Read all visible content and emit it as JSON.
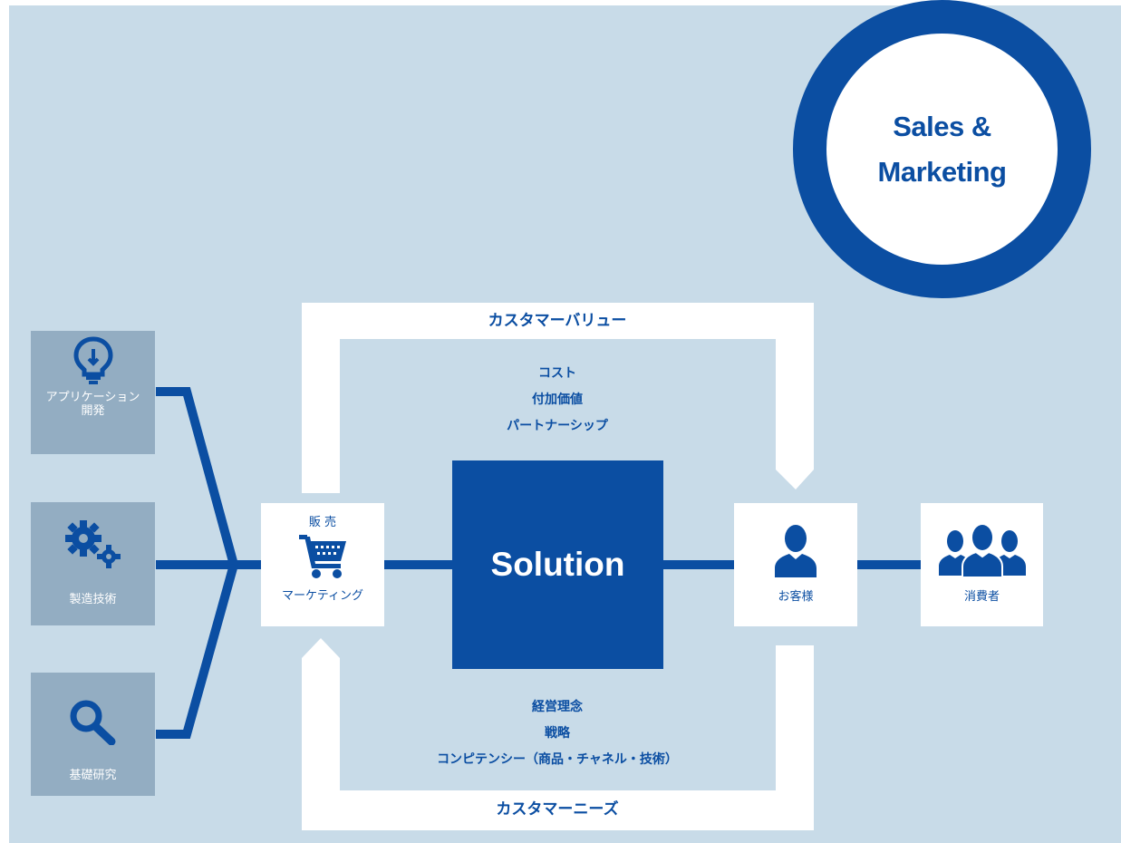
{
  "title": "Sales & Marketing",
  "title_lines": [
    "Sales &",
    "Marketing"
  ],
  "center": "Solution",
  "left_items": [
    {
      "label": "アプリケーション\n開発",
      "icon": "lightbulb-icon"
    },
    {
      "label": "製造技術",
      "icon": "gears-icon"
    },
    {
      "label": "基礎研究",
      "icon": "magnifier-icon"
    }
  ],
  "sales_box": {
    "top": "販 売",
    "bottom": "マーケティング",
    "icon": "shopping-cart-icon"
  },
  "customer": {
    "label": "お客様",
    "icon": "person-icon"
  },
  "consumers": {
    "label": "消費者",
    "icon": "people-icon"
  },
  "customer_value": {
    "heading": "カスタマーバリュー",
    "items": [
      "コスト",
      "付加価値",
      "パートナーシップ"
    ]
  },
  "customer_needs": {
    "heading": "カスタマーニーズ",
    "items": [
      "経営理念",
      "戦略",
      "コンピテンシー（商品・チャネル・技術）"
    ]
  },
  "colors": {
    "brand_blue": "#0b4ea2",
    "panel": "#c8dbe8",
    "grey_box": "#93adc2",
    "white": "#ffffff"
  }
}
